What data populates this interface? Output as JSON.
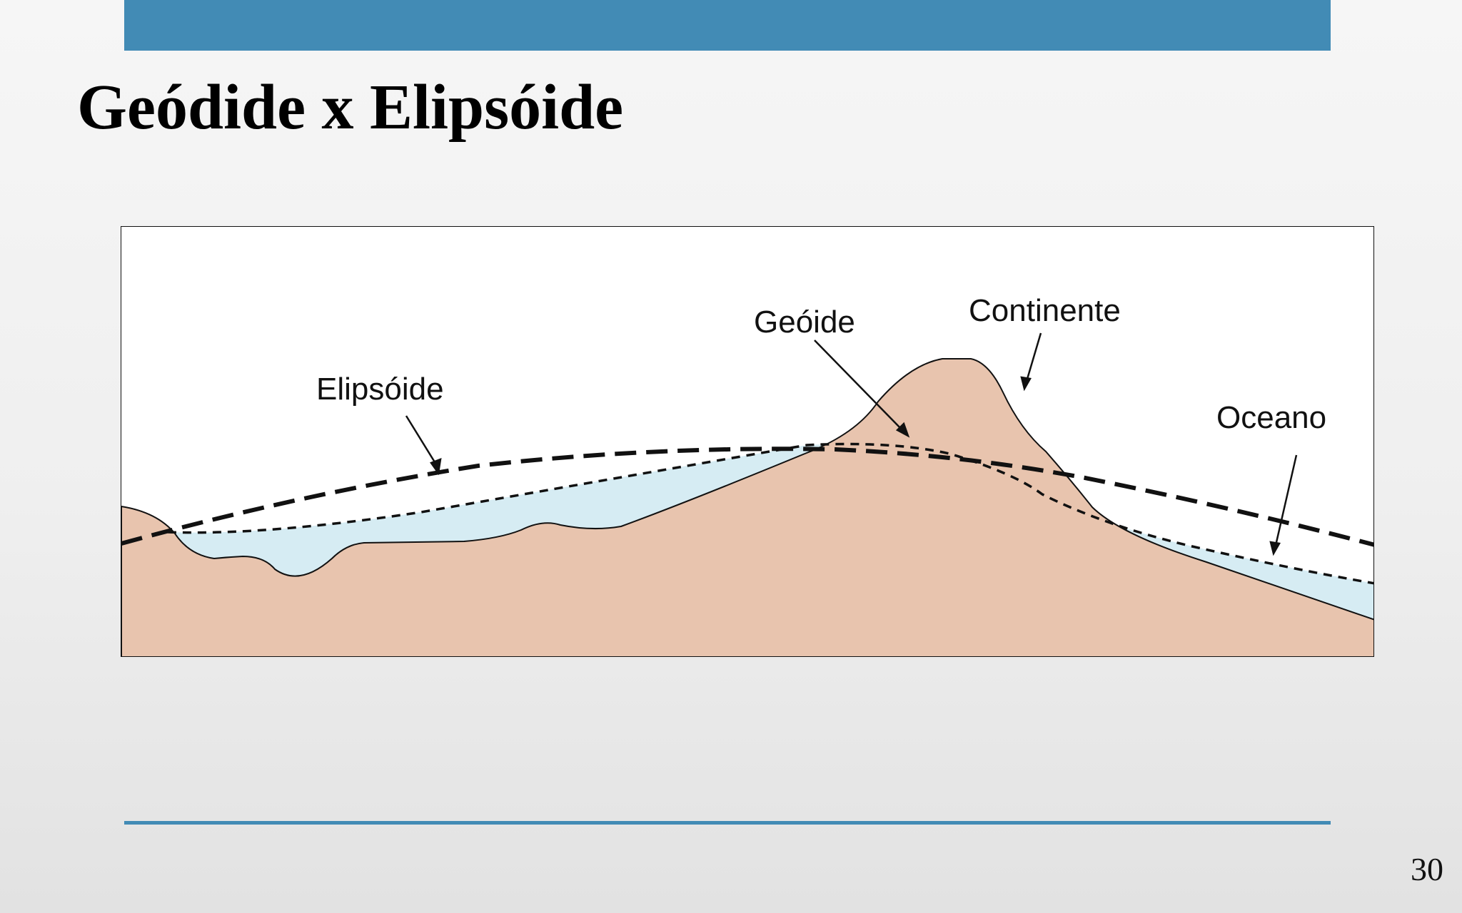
{
  "slide": {
    "title": "Geódide x Elipsóide",
    "page_number": "30"
  },
  "diagram": {
    "labels": {
      "ellipsoid": "Elipsóide",
      "geoid": "Geóide",
      "continent": "Continente",
      "ocean": "Oceano"
    },
    "colors": {
      "land": "#e8c4ae",
      "water": "#d6ecf3",
      "accent": "#428bb5"
    }
  }
}
